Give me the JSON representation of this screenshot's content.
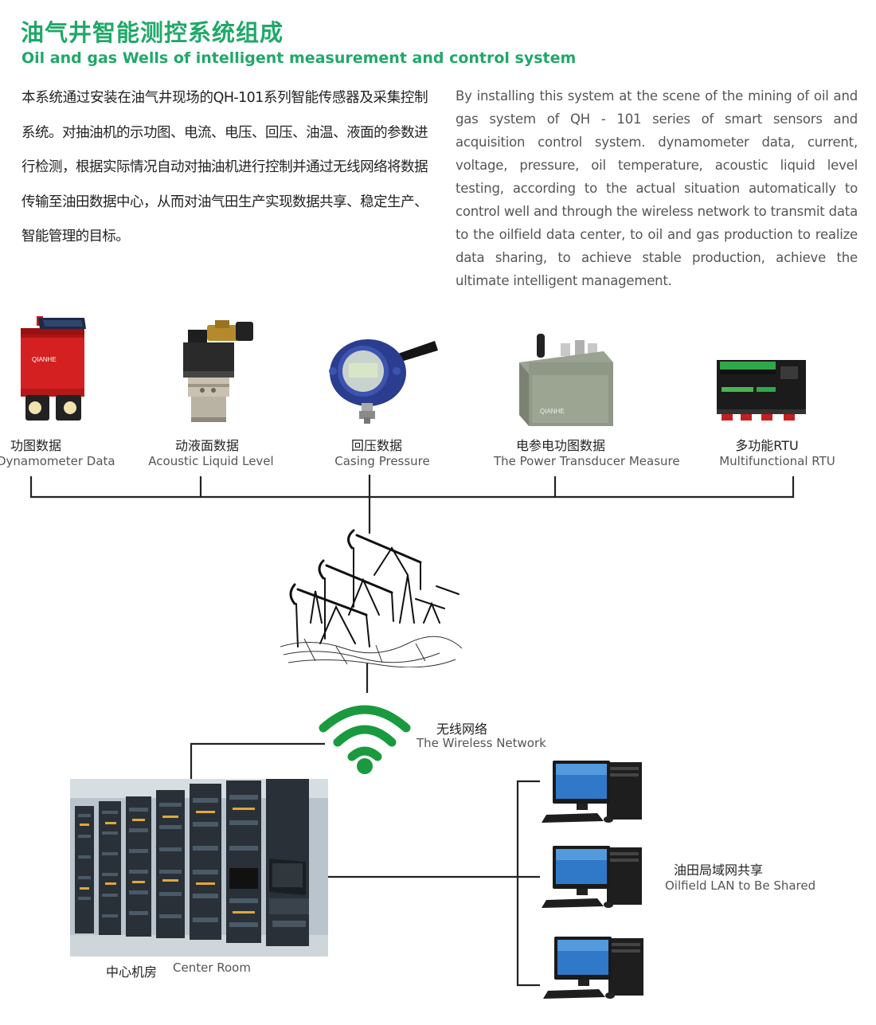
{
  "header": {
    "title_cn": "油气井智能测控系统组成",
    "title_en": "Oil and gas Wells of intelligent measurement and control system"
  },
  "intro": {
    "cn": "本系统通过安装在油气井现场的QH-101系列智能传感器及采集控制系统。对抽油机的示功图、电流、电压、回压、油温、液面的参数进行检测，根据实际情况自动对抽油机进行控制并通过无线网络将数据传输至油田数据中心，从而对油气田生产实现数据共享、稳定生产、智能管理的目标。",
    "en": "By installing this system at the scene of the mining of oil and gas system of QH - 101 series of smart sensors and acquisition control system. dynamometer data,  current, voltage,  pressure, oil temperature, acoustic liquid level testing, according to the actual situation automatically to control well and through the wireless network to transmit data to the oilfield data center, to oil and gas production to realize data sharing, to achieve stable production, achieve the ultimate intelligent management."
  },
  "devices": [
    {
      "cn": "功图数据",
      "en": "Dynamometer Data",
      "icon": "dynamometer-sensor-icon",
      "device_text": "QIANHE"
    },
    {
      "cn": "动液面数据",
      "en": "Acoustic Liquid Level",
      "icon": "liquid-level-sensor-icon"
    },
    {
      "cn": "回压数据",
      "en": "Casing Pressure",
      "icon": "pressure-transmitter-icon"
    },
    {
      "cn": "电参电功图数据",
      "en": "The Power Transducer Measure",
      "icon": "power-transducer-icon",
      "device_text": "QIANHE"
    },
    {
      "cn": "多功能RTU",
      "en": "Multifunctional RTU",
      "icon": "rtu-controller-icon"
    }
  ],
  "pump_jack": {
    "icon": "pump-jack-icon"
  },
  "network": {
    "cn": "无线网络",
    "en": "The Wireless Network",
    "icon": "wifi-icon",
    "color": "#1a9a3e"
  },
  "center": {
    "cn": "中心机房",
    "en": "Center Room",
    "icon": "server-room-icon"
  },
  "lan": {
    "cn": "油田局域网共享",
    "en": "Oilfield LAN to Be Shared",
    "icon": "desktop-computer-icon"
  },
  "colors": {
    "accent": "#21a86a",
    "line": "#222222"
  }
}
